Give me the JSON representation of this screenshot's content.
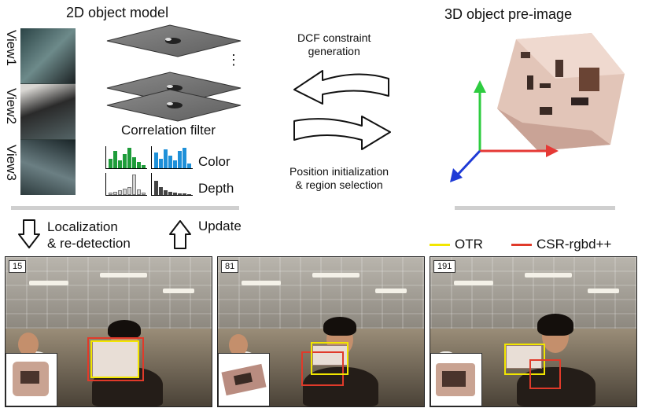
{
  "model_2d": {
    "title": "2D object model",
    "views": [
      "View1",
      "View2",
      "View3"
    ],
    "filter_label": "Correlation filter",
    "color_label": "Color",
    "depth_label": "Depth",
    "ellipsis": "⋮"
  },
  "model_3d": {
    "title": "3D object pre-image"
  },
  "arrows": {
    "top_caption": "DCF constraint\ngeneration",
    "bottom_caption": "Position initialization\n& region selection"
  },
  "flow": {
    "localization_label": "Localization\n& re-detection",
    "update_label": "Update"
  },
  "legend": {
    "items": [
      {
        "name": "OTR",
        "color": "#f2e600"
      },
      {
        "name": "CSR-rgbd++",
        "color": "#e03a2a"
      }
    ]
  },
  "frames": [
    {
      "number": "15"
    },
    {
      "number": "81"
    },
    {
      "number": "191"
    }
  ],
  "colors": {
    "axis_x": "#e53935",
    "axis_y": "#2ecc40",
    "axis_z": "#1e3ad6",
    "hist_color_a": "#1e9c3a",
    "hist_color_b": "#1e90d8",
    "hist_depth_a": "#bdbdbd",
    "hist_depth_b": "#444444"
  }
}
